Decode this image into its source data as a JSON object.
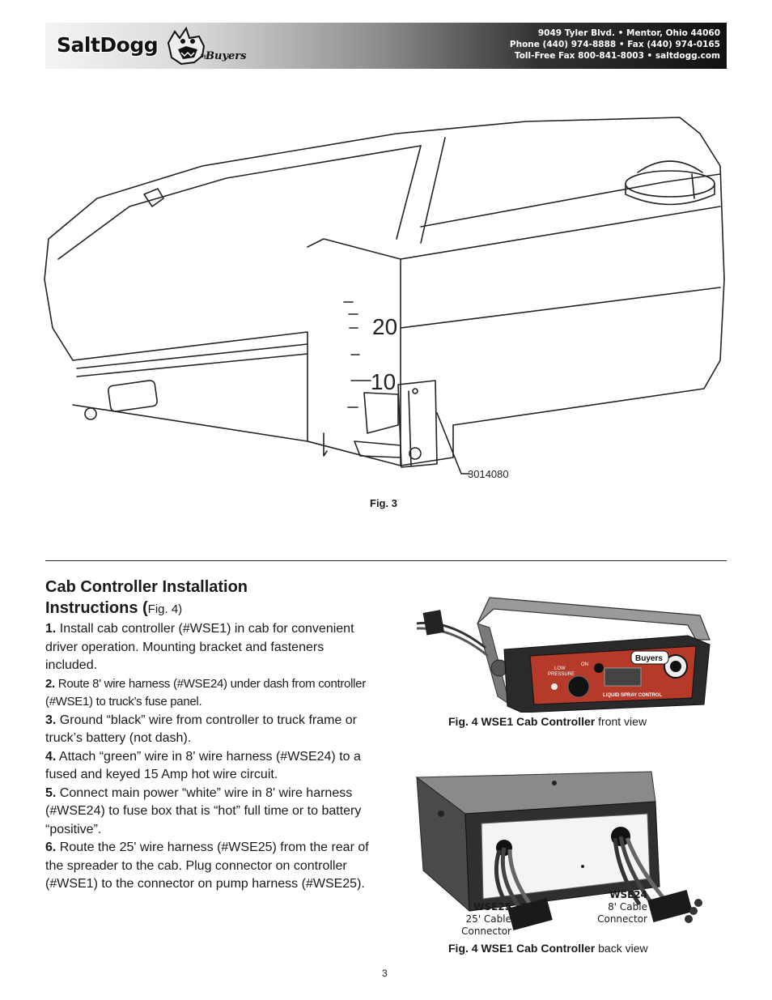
{
  "header": {
    "logo_word": "SaltDogg",
    "logo_by": "by",
    "logo_buyers": "Buyers",
    "address": "9049 Tyler Blvd. • Mentor, Ohio 44060",
    "phone": "Phone (440) 974-8888 • Fax (440) 974-0165",
    "tollfree": "Toll-Free Fax 800-841-8003 • saltdogg.com"
  },
  "fig3": {
    "part_number": "3014080",
    "scale_20": "20",
    "scale_10": "10",
    "caption": "Fig. 3"
  },
  "instructions": {
    "title_line1": "Cab Controller Installation",
    "title_line2": "Instructions (",
    "figref": "Fig. 4)",
    "steps": [
      {
        "num": "1.",
        "text": " Install cab controller (#WSE1) in cab for convenient driver operation. Mounting bracket and fasteners included."
      },
      {
        "num": "2.",
        "text": " Route 8' wire harness (#WSE24) under dash from controller (#WSE1) to truck’s fuse panel."
      },
      {
        "num": "3.",
        "text": " Ground “black” wire from controller to truck frame or truck’s battery (not dash)."
      },
      {
        "num": "4.",
        "text": " Attach “green” wire in 8' wire harness (#WSE24) to a fused and keyed 15 Amp hot wire circuit."
      },
      {
        "num": "5.",
        "text": " Connect main power “white” wire in 8' wire harness (#WSE24) to fuse box that is “hot” full time or to battery “positive”."
      },
      {
        "num": "6.",
        "text": " Route the 25' wire harness (#WSE25) from the rear of the spreader to the cab. Plug connector on controller (#WSE1) to the connector on pump harness (#WSE25)."
      }
    ]
  },
  "fig4_front": {
    "caption_bold": "Fig. 4  WSE1 Cab Controller",
    "caption_rest": " front view",
    "brand": "Buyers",
    "label_low_pressure_1": "LOW",
    "label_low_pressure_2": "PRESSURE",
    "label_on": "ON",
    "label_panel": "LIQUID SPRAY CONTROL"
  },
  "fig4_back": {
    "caption_bold": "Fig. 4  WSE1 Cab Controller",
    "caption_rest": " back view",
    "wse25_name": "WSE25",
    "wse25_desc": "25' Cable Connector",
    "wse24_name": "WSE24",
    "wse24_desc1": "8' Cable",
    "wse24_desc2": "Connector"
  },
  "page_number": "3"
}
